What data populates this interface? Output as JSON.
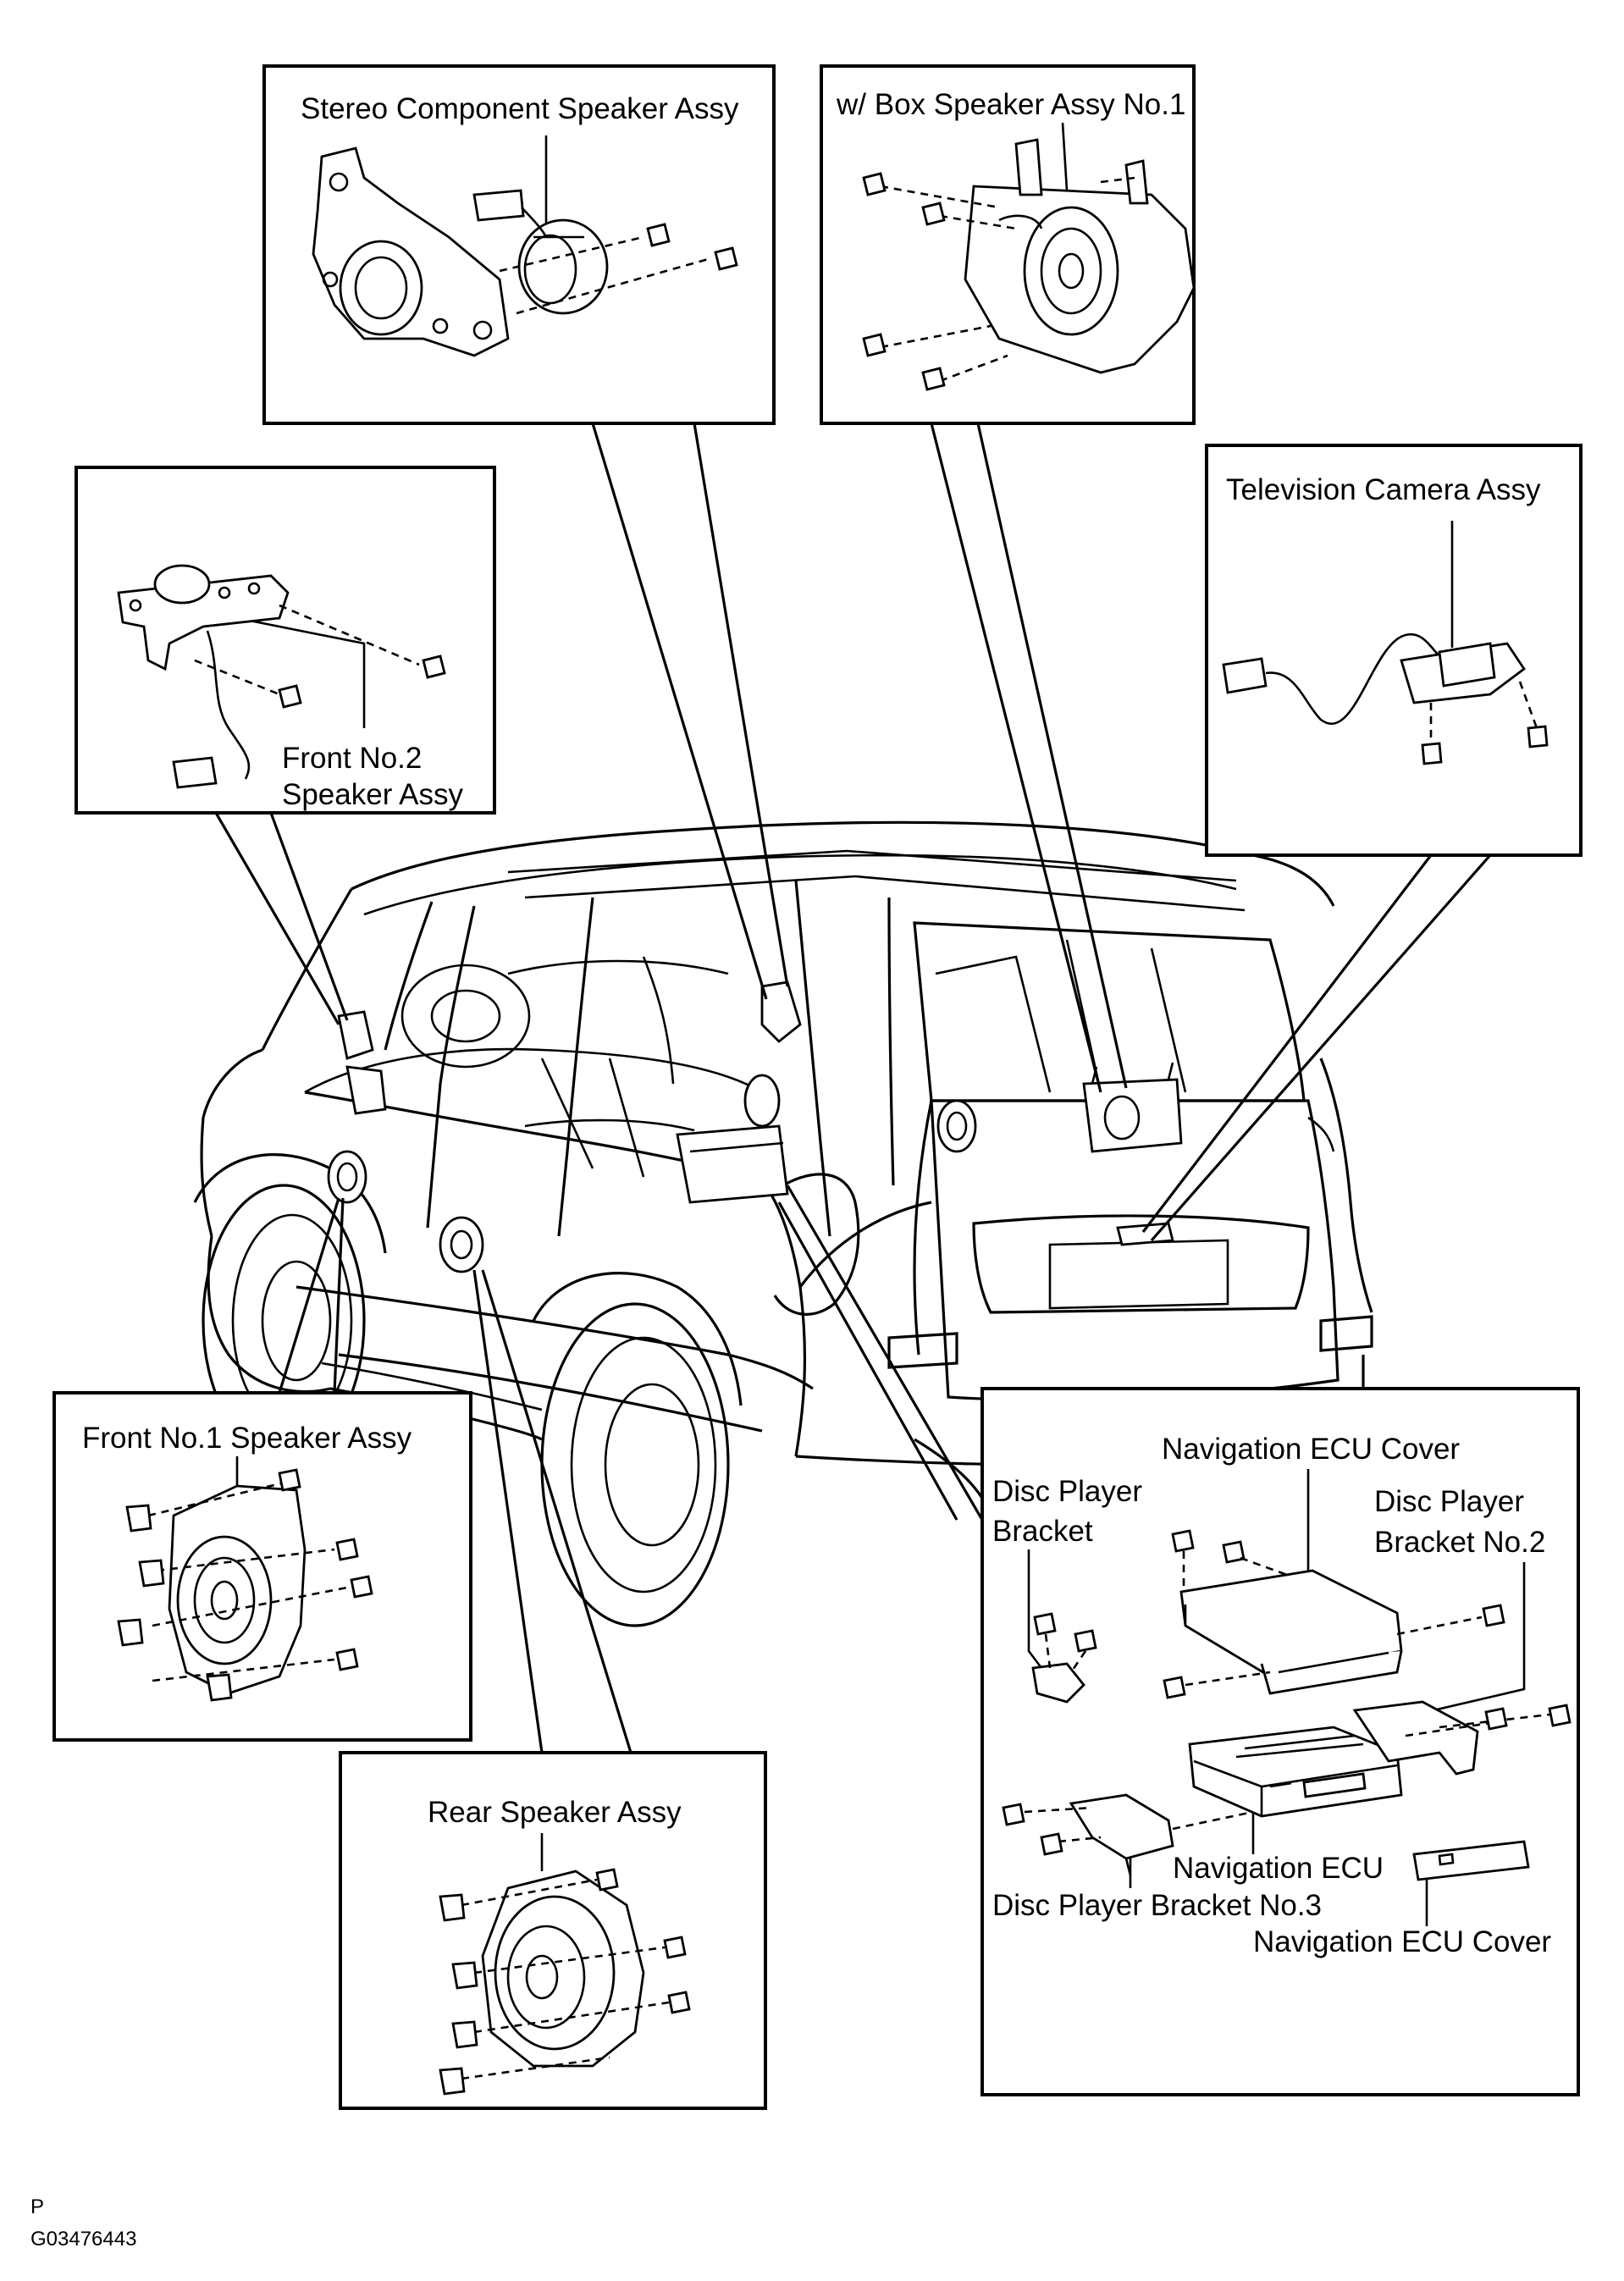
{
  "labels": {
    "stereo_component_speaker": "Stereo Component Speaker Assy",
    "box_speaker_no1": "w/ Box Speaker Assy No.1",
    "television_camera": "Television Camera Assy",
    "front_no2_line1": "Front No.2",
    "front_no2_line2": "Speaker Assy",
    "front_no1_speaker": "Front No.1 Speaker Assy",
    "rear_speaker": "Rear Speaker Assy",
    "nav_ecu_cover_top": "Navigation ECU Cover",
    "disc_player_bracket_line1": "Disc Player",
    "disc_player_bracket_line2": "Bracket",
    "disc_player_bracket_no2_line1": "Disc Player",
    "disc_player_bracket_no2_line2": "Bracket No.2",
    "nav_ecu": "Navigation ECU",
    "disc_player_bracket_no3": "Disc Player Bracket No.3",
    "nav_ecu_cover_bottom": "Navigation ECU Cover"
  },
  "footer": {
    "letter": "P",
    "figure_code": "G03476443"
  }
}
